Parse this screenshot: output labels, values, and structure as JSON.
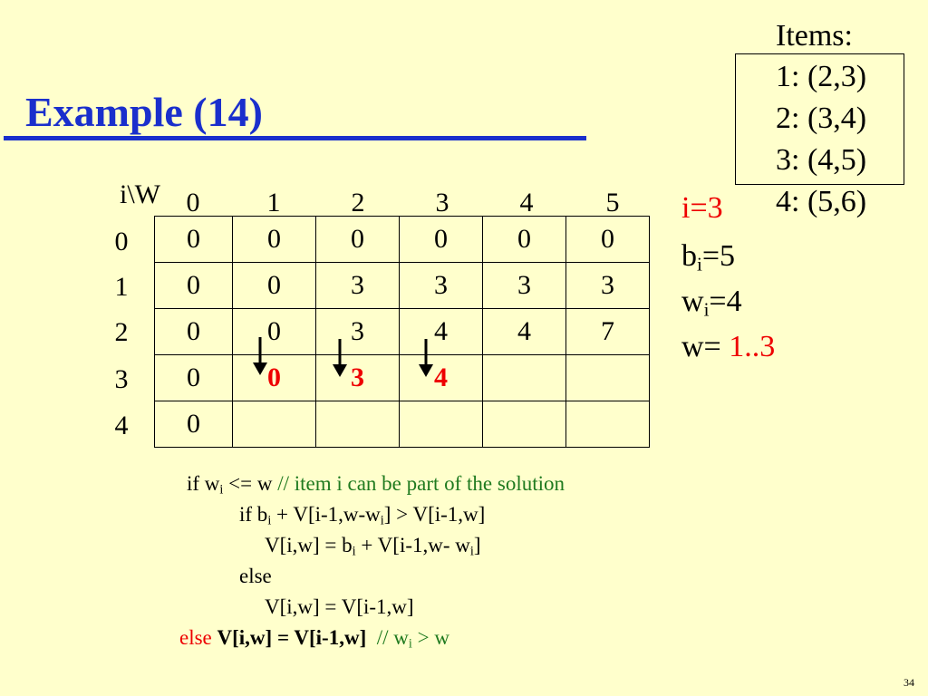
{
  "title": "Example (14)",
  "items": {
    "header": "Items:",
    "list": [
      "1: (2,3)",
      "2: (3,4)",
      "3: (4,5)",
      "4: (5,6)"
    ]
  },
  "table": {
    "corner_label": "i\\W",
    "w_headers": [
      "0",
      "1",
      "2",
      "3",
      "4",
      "5"
    ],
    "i_headers": [
      "0",
      "1",
      "2",
      "3",
      "4"
    ],
    "rows": [
      [
        "0",
        "0",
        "0",
        "0",
        "0",
        "0"
      ],
      [
        "0",
        "0",
        "3",
        "3",
        "3",
        "3"
      ],
      [
        "0",
        "0",
        "3",
        "4",
        "4",
        "7"
      ],
      [
        "0",
        "0",
        "3",
        "4",
        "",
        ""
      ],
      [
        "0",
        "",
        "",
        "",
        "",
        ""
      ]
    ],
    "highlighted_cells": [
      [
        3,
        1
      ],
      [
        3,
        2
      ],
      [
        3,
        3
      ]
    ]
  },
  "params": {
    "i_label": "i=3",
    "b_base": "b",
    "b_sub": "i",
    "b_value": "=5",
    "w_base": "w",
    "w_sub": "i",
    "w_value": "=4",
    "range_prefix": "w=",
    "range_value": "1..3"
  },
  "code": {
    "line1_a": "if w",
    "line1_sub": "i",
    "line1_b": " <= w ",
    "line1_comment": "// item i can be part of the solution",
    "line2_a": "if b",
    "line2_sub1": "i",
    "line2_b": " + V[i-1,w-w",
    "line2_sub2": "i",
    "line2_c": "] > V[i-1,w]",
    "line3_a": "V[i,w] = b",
    "line3_sub1": "i",
    "line3_b": " + V[i-1,w- w",
    "line3_sub2": "i",
    "line3_c": "]",
    "line4": "else",
    "line5": "V[i,w] = V[i-1,w]",
    "line6_else": "else",
    "line6_bold": "V[i,w] = V[i-1,w]",
    "line6_comment_a": "// w",
    "line6_comment_sub": "i",
    "line6_comment_b": " > w"
  },
  "page_number": "34",
  "colors": {
    "background": "#ffffcc",
    "title_blue": "#1a2fcc",
    "highlight_red": "#ee0000",
    "comment_green": "#1f7a1f"
  }
}
